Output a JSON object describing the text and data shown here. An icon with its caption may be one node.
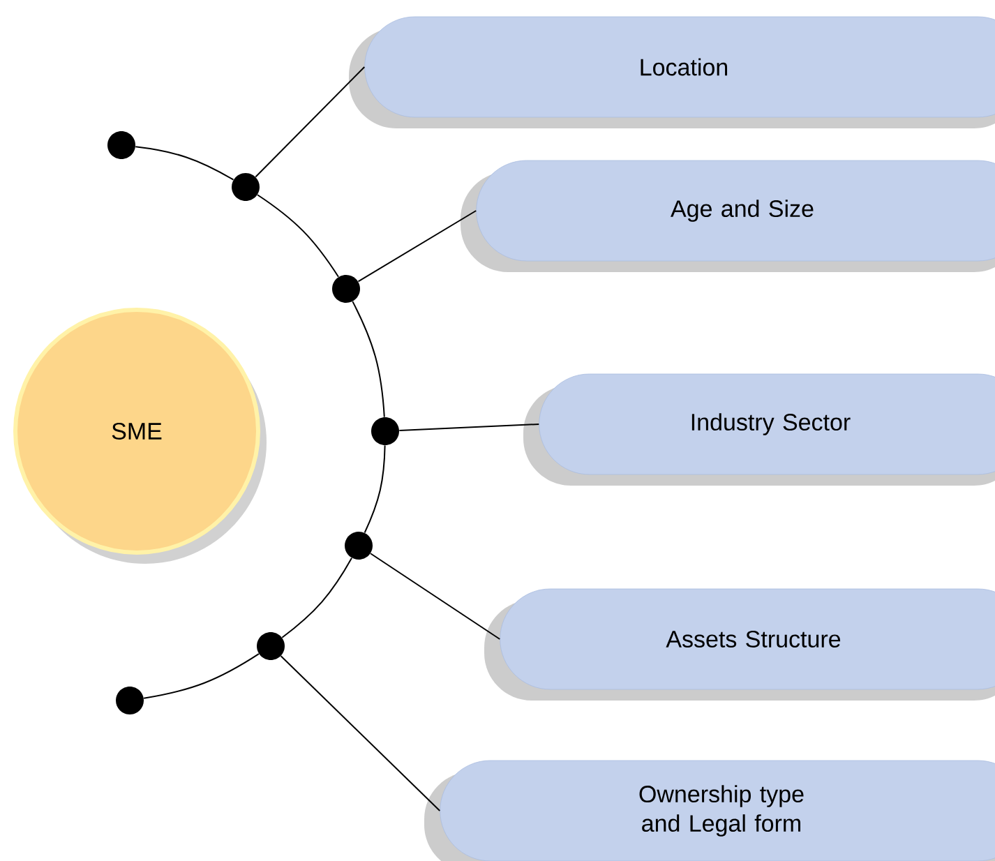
{
  "diagram": {
    "nodes": [
      {
        "text": [
          "SME"
        ]
      },
      {
        "text": [
          "Location"
        ]
      },
      {
        "text": [
          "Age and Size"
        ]
      },
      {
        "text": [
          "Industry Sector"
        ]
      },
      {
        "text": [
          "Assets Structure"
        ]
      },
      {
        "text": [
          "Ownership type and Legal form"
        ]
      },
      {
        "text": [],
        "shape": "circle"
      },
      {
        "text": [],
        "shape": "circle"
      },
      {
        "text": [],
        "shape": "circle"
      },
      {
        "text": [],
        "shape": "circle"
      },
      {
        "text": [],
        "shape": "circle"
      },
      {
        "text": [],
        "shape": "circle"
      },
      {
        "text": [],
        "shape": "circle"
      }
    ],
    "edges": [
      {
        "from": 6,
        "to": 7,
        "arrow": "none"
      },
      {
        "from": 7,
        "to": 8,
        "arrow": "none"
      },
      {
        "from": 8,
        "to": 9,
        "arrow": "none"
      },
      {
        "from": 9,
        "to": 10,
        "arrow": "none"
      },
      {
        "from": 10,
        "to": 11,
        "arrow": "none"
      },
      {
        "from": 11,
        "to": 12,
        "arrow": "none"
      },
      {
        "from": 7,
        "to": 1,
        "arrow": "none"
      },
      {
        "from": 8,
        "to": 2,
        "arrow": "none"
      },
      {
        "from": 9,
        "to": 3,
        "arrow": "none"
      },
      {
        "from": 10,
        "to": 4,
        "arrow": "none"
      },
      {
        "from": 11,
        "to": 5,
        "arrow": "none"
      }
    ]
  }
}
